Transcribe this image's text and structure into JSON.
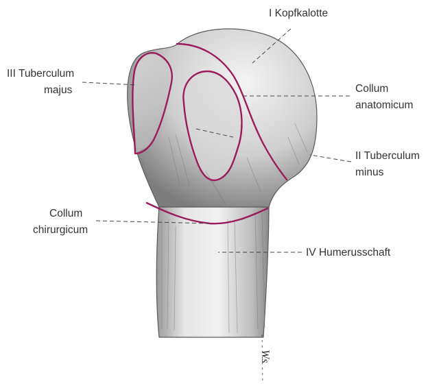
{
  "labels": {
    "kopfkalotte": "I Kopfkalotte",
    "tuberculum_minus_1": "II Tuberculum",
    "tuberculum_minus_2": "minus",
    "tuberculum_majus_1": "III Tuberculum",
    "tuberculum_majus_2": "majus",
    "humerusschaft": "IV Humerusschaft",
    "collum_anatomicum_1": "Collum",
    "collum_anatomicum_2": "anatomicum",
    "collum_chirurgicum_1": "Collum",
    "collum_chirurgicum_2": "chirurgicum"
  },
  "signature": "Ws",
  "colors": {
    "boundary_lines": "#9b1b5a",
    "label_text": "#333333",
    "bone_shading": "#bdbdbd"
  }
}
